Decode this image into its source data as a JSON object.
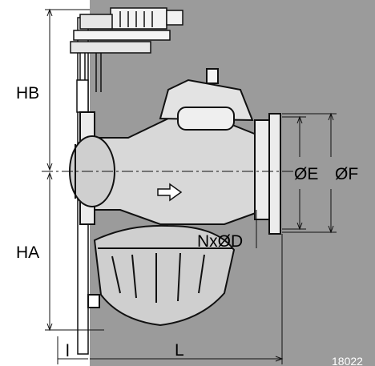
{
  "dimensions": {
    "hb": "HB",
    "ha": "HA",
    "l_small": "l",
    "l_large": "L",
    "oe": "ØE",
    "of": "ØF",
    "nxod": "NxØD"
  },
  "drawing_code": "18022",
  "colors": {
    "background": "#ffffff",
    "panel": "#9b9b9b",
    "body_fill": "#d8d8d8",
    "line": "#111111"
  }
}
